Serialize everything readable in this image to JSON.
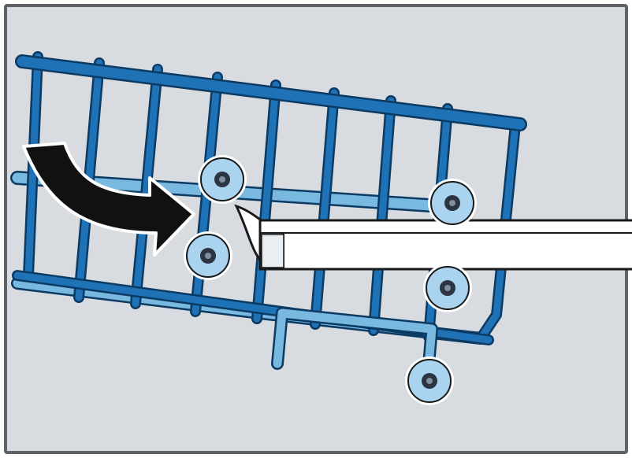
{
  "figure": {
    "description_icons": [
      "curved-arrow-icon",
      "roller-wheel-icon",
      "rail-icon",
      "basket-icon"
    ]
  },
  "colors": {
    "frame_border": "#5f6368",
    "background": "#d8dbe0",
    "wire_dark": "#1f72b6",
    "wire_light": "#79b8df",
    "wire_outline": "#0b3a63",
    "rail_fill": "#ffffff",
    "rail_stroke": "#1a1a1a",
    "wheel_fill": "#a9d3ee",
    "wheel_hub": "#2b3440",
    "arrow": "#111111"
  },
  "wheels": [
    {
      "name": "wheel-upper-left"
    },
    {
      "name": "wheel-lower-left"
    },
    {
      "name": "wheel-upper-right"
    },
    {
      "name": "wheel-lower-right"
    },
    {
      "name": "wheel-bottom"
    }
  ]
}
